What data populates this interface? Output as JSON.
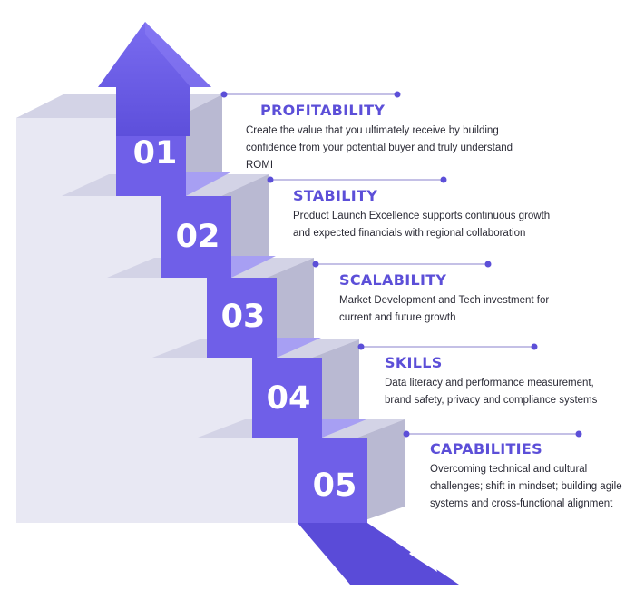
{
  "steps": [
    {
      "number": "01",
      "title": "PROFITABILITY",
      "description": "Create the value that you ultimately receive by building confidence from your potential buyer and truly understand ROMI"
    },
    {
      "number": "02",
      "title": "STABILITY",
      "description": "Product Launch Excellence supports continuous growth and expected financials with regional collaboration"
    },
    {
      "number": "03",
      "title": "SCALABILITY",
      "description": "Market Development and Tech investment for current and future growth"
    },
    {
      "number": "04",
      "title": "SKILLS",
      "description": "Data literacy and performance measurement, brand safety, privacy and compliance systems"
    },
    {
      "number": "05",
      "title": "CAPABILITIES",
      "description": "Overcoming technical and cultural challenges; shift in mindset; building agile systems and cross-functional alignment"
    }
  ],
  "colors": {
    "accent": "#5c4fd8",
    "path": "#6f5fe8",
    "path_light": "#a79ff3",
    "stair_front": "#e7e7f2",
    "stair_top": "#d3d3e6",
    "stair_side": "#babad3",
    "text": "#2a2a35"
  }
}
